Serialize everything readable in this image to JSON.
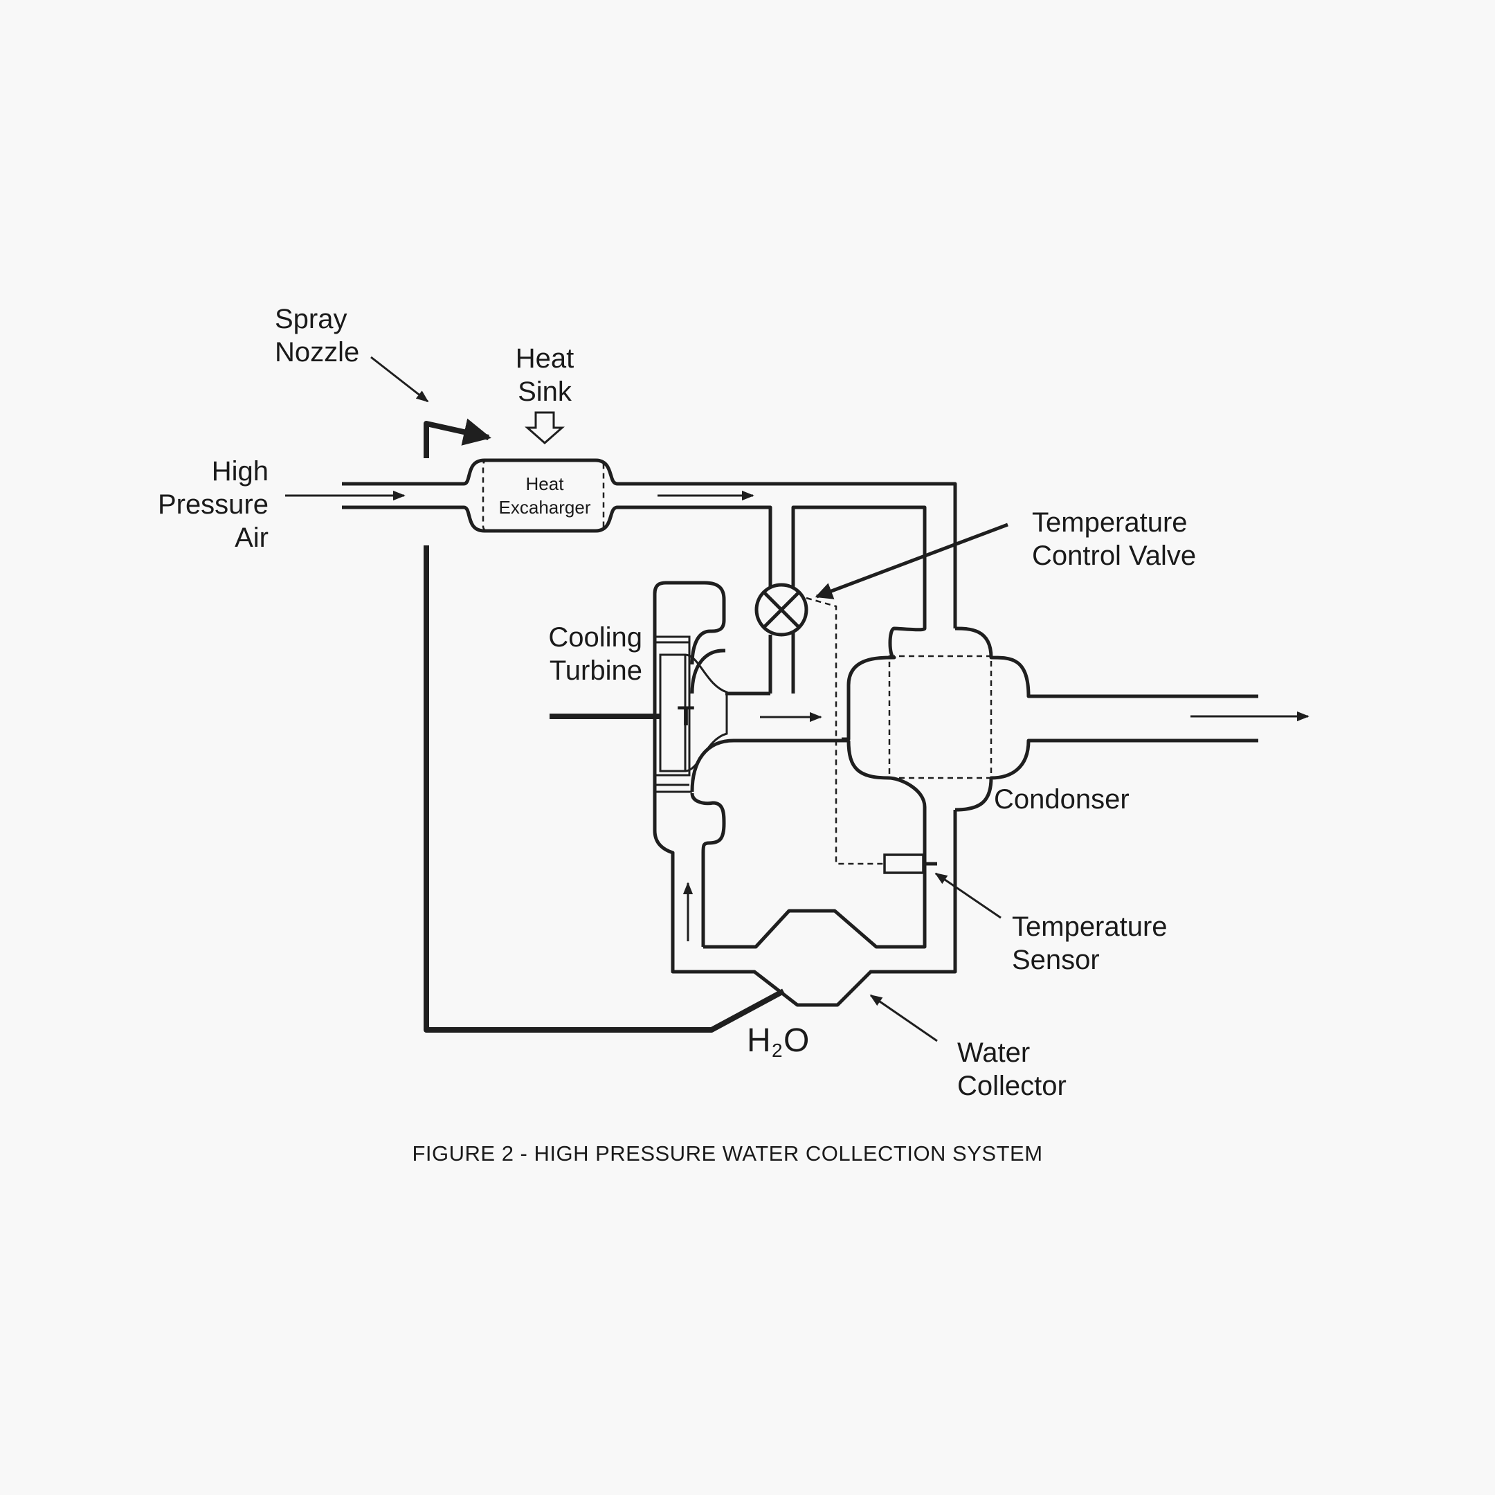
{
  "labels": {
    "spray_nozzle": [
      "Spray",
      "Nozzle"
    ],
    "heat_sink": [
      "Heat",
      "Sink"
    ],
    "heat_exchanger": [
      "Heat",
      "Excaharger"
    ],
    "high_pressure_air": [
      "High",
      "Pressure",
      "Air"
    ],
    "temperature_control_valve": [
      "Temperature",
      "Control Valve"
    ],
    "cooling_turbine": [
      "Cooling",
      "Turbine"
    ],
    "turbine_symbol": "T",
    "condenser": "Condonser",
    "temperature_sensor": [
      "Temperature",
      "Sensor"
    ],
    "water_collector": [
      "Water",
      "Collector"
    ],
    "water_formula": {
      "main": "H",
      "sub": "2",
      "tail": "O"
    }
  },
  "caption": "FIGURE 2 - HIGH PRESSURE WATER COLLECTION SYSTEM"
}
